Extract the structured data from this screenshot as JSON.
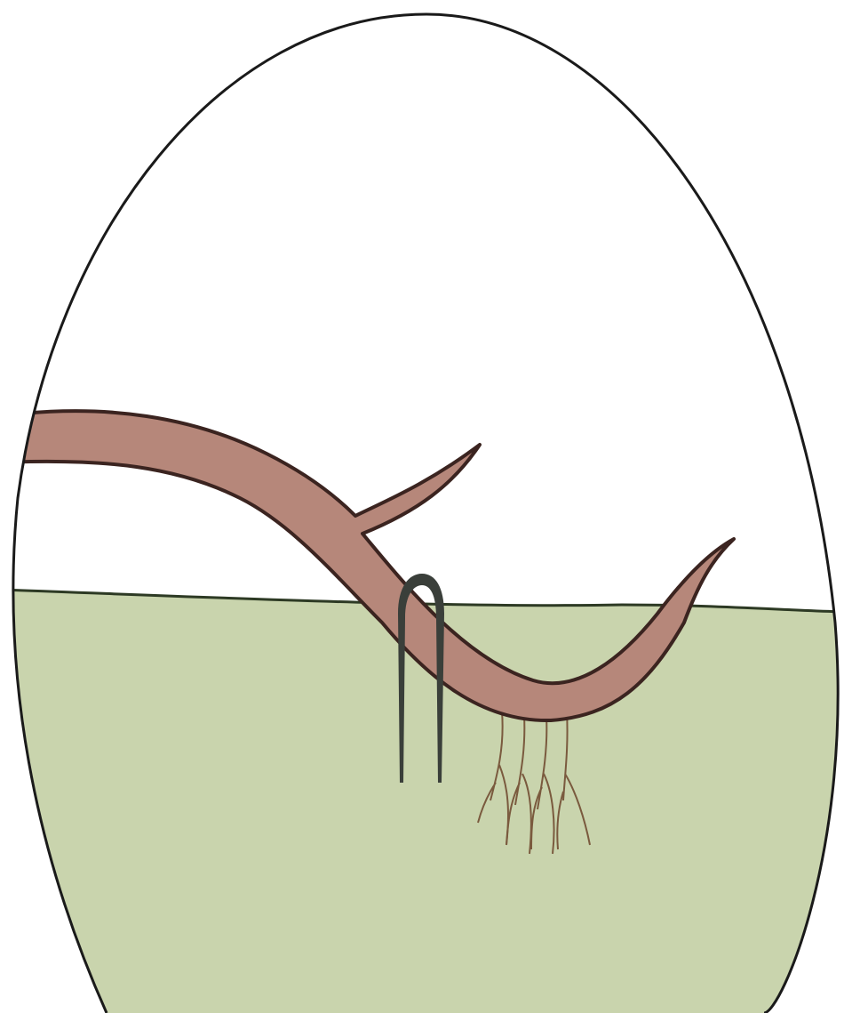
{
  "colors": {
    "background": "#ffffff",
    "outline": "#1a1a1a",
    "soil": "#c9d4ad",
    "soil_line": "#2d3a24",
    "branch_fill": "#b6877a",
    "branch_stroke": "#3b2420",
    "staple": "#3a3f3a",
    "roots": "#7a5a3e"
  },
  "icons": {
    "egg_frame": "ellipse-frame",
    "ground": "soil-area",
    "branch": "layered-stem",
    "staple": "u-pin-staple",
    "roots": "new-roots"
  },
  "diagram": {
    "labels": []
  }
}
